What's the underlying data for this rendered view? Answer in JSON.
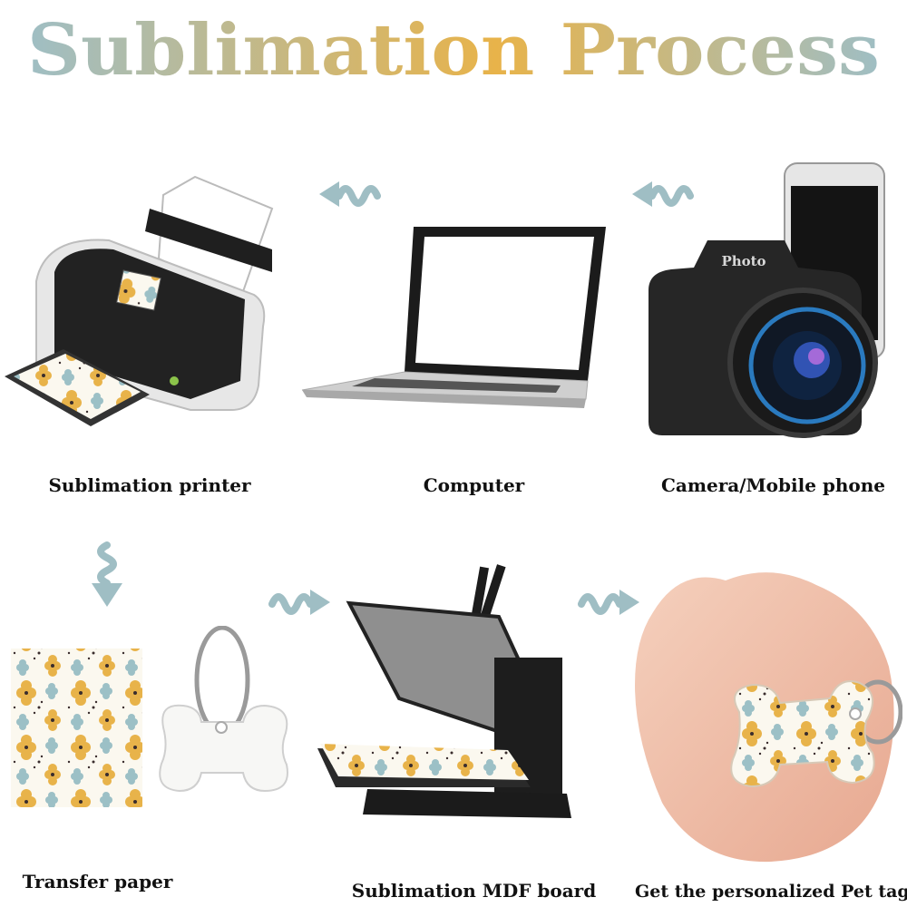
{
  "title": {
    "text": "Sublimation Process",
    "gradient": [
      "#9fbec4",
      "#e8b34a",
      "#9fbec4"
    ]
  },
  "steps": [
    {
      "label": "Sublimation printer",
      "icon": "printer-icon"
    },
    {
      "label": "Computer",
      "icon": "laptop-icon"
    },
    {
      "label": "Camera/Mobile phone",
      "icon": "camera-phone-icon"
    },
    {
      "label": "Transfer paper",
      "icon": "transfer-paper-icon"
    },
    {
      "label": "Sublimation MDF board",
      "icon": "heat-press-icon"
    },
    {
      "label": "Get the personalized Pet tag",
      "icon": "pet-tag-hand-icon"
    }
  ],
  "colors": {
    "arrow": "#9fbec4",
    "floral_yellow": "#e8b34a",
    "floral_blue": "#9cc0c6"
  },
  "brand_text": {
    "camera": "Photo"
  }
}
